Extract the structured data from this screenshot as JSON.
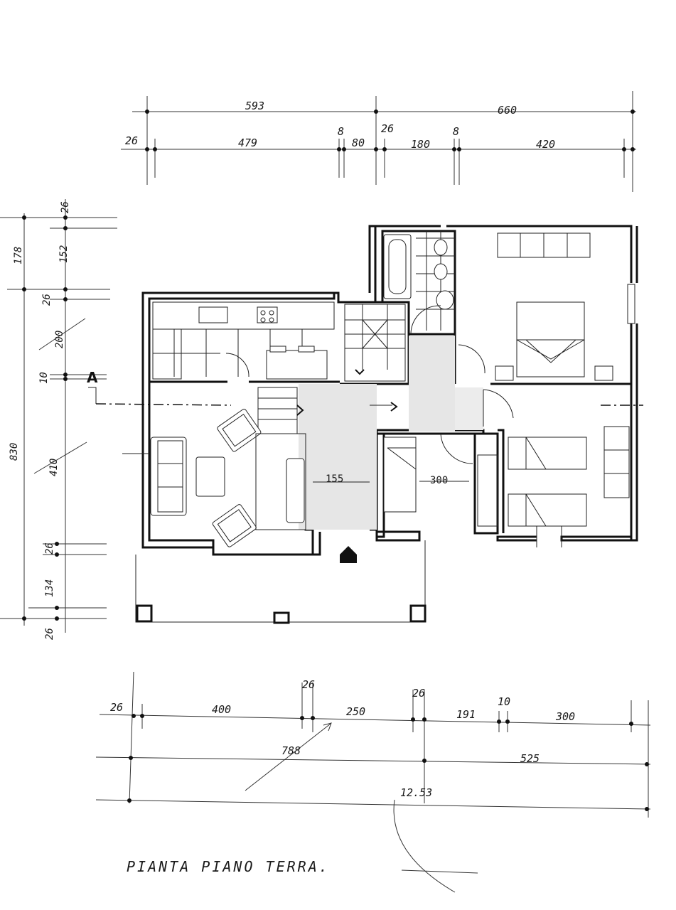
{
  "top_dims": {
    "overall": [
      "593",
      "660"
    ],
    "detail": [
      "26",
      "479",
      "8",
      "80",
      "26",
      "180",
      "8",
      "420"
    ]
  },
  "left_dims": {
    "overall": [
      "178",
      "830"
    ],
    "detail": [
      "26",
      "152",
      "26",
      "200",
      "10",
      "410",
      "26",
      "134",
      "26"
    ]
  },
  "bottom_dims": {
    "detail": [
      "26",
      "400",
      "26",
      "250",
      "26",
      "191",
      "10",
      "300"
    ],
    "overall": [
      "788",
      "525"
    ],
    "total": "12.53"
  },
  "labels": {
    "section_mark": "A",
    "corridor_width": "155",
    "room_width": "300"
  },
  "caption": "PIANTA PIANO TERRA."
}
